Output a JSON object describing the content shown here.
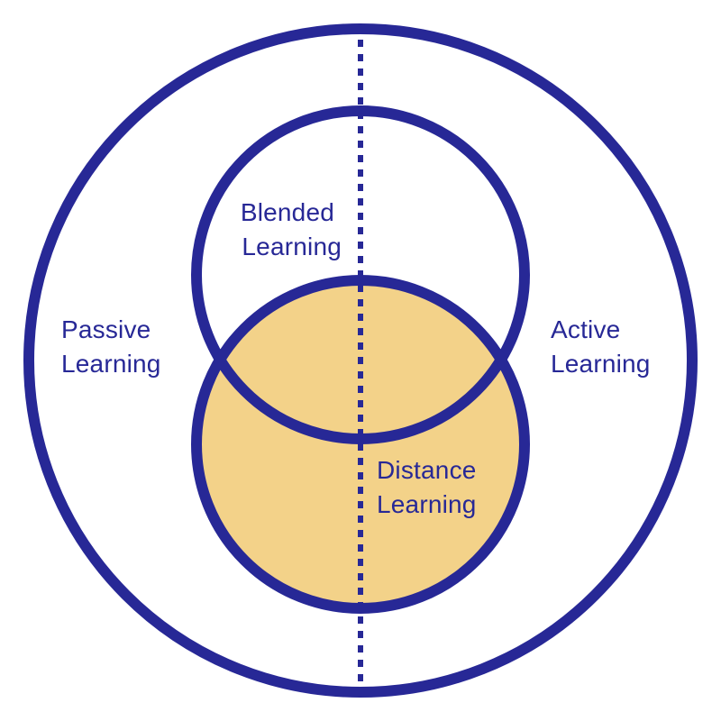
{
  "colors": {
    "stroke": "#272896",
    "fill_distance": "#F3D289",
    "background": "#FFFFFF",
    "text": "#272896"
  },
  "labels": {
    "passive": [
      "Passive",
      "Learning"
    ],
    "active": [
      "Active",
      "Learning"
    ],
    "blended": [
      "Blended",
      "Learning"
    ],
    "distance": [
      "Distance",
      "Learning"
    ]
  }
}
